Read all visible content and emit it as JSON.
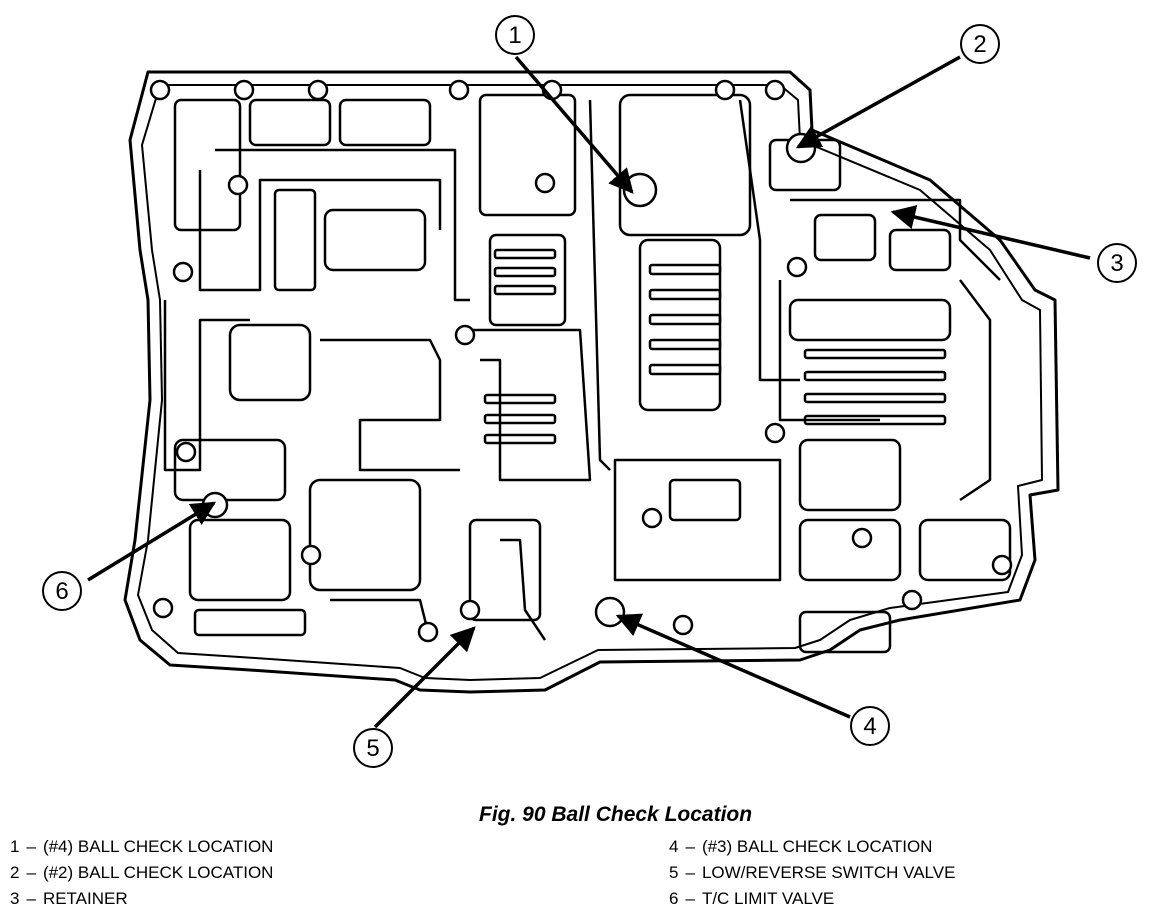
{
  "figure": {
    "title": "Fig. 90 Ball Check Location"
  },
  "callouts": [
    {
      "number": "1",
      "label": "(#4) BALL CHECK LOCATION"
    },
    {
      "number": "2",
      "label": "(#2) BALL CHECK LOCATION"
    },
    {
      "number": "3",
      "label": "RETAINER"
    },
    {
      "number": "4",
      "label": "(#3) BALL CHECK LOCATION"
    },
    {
      "number": "5",
      "label": "LOW/REVERSE SWITCH VALVE"
    },
    {
      "number": "6",
      "label": "T/C LIMIT VALVE"
    }
  ],
  "legend": {
    "dash": "–",
    "left": [
      {
        "number": "1",
        "label": "(#4) BALL CHECK LOCATION"
      },
      {
        "number": "2",
        "label": "(#2) BALL CHECK LOCATION"
      },
      {
        "number": "3",
        "label": "RETAINER"
      }
    ],
    "right": [
      {
        "number": "4",
        "label": "(#3) BALL CHECK LOCATION"
      },
      {
        "number": "5",
        "label": "LOW/REVERSE SWITCH VALVE"
      },
      {
        "number": "6",
        "label": "T/C LIMIT VALVE"
      }
    ]
  },
  "colors": {
    "ink": "#000000",
    "paper": "#ffffff"
  }
}
